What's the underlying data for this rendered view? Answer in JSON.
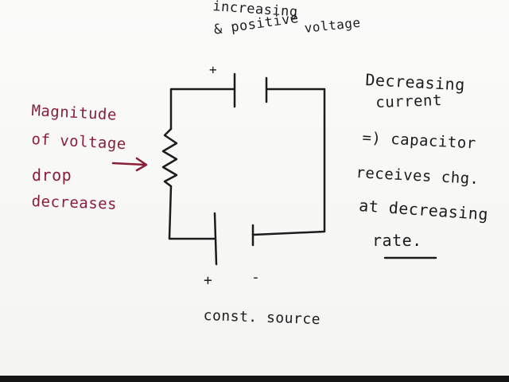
{
  "labels": {
    "increasing": "increasing",
    "positive": "& positive",
    "voltage": "voltage",
    "plus_top": "+",
    "magnitude": "Magnitude",
    "of_voltage": "of voltage",
    "drop": "drop",
    "decreases": "decreases",
    "decreasing": "Decreasing",
    "current": "current",
    "capacitor": "=) capacitor",
    "receives": "receives chg.",
    "at_decreasing": "at decreasing",
    "rate": "rate.",
    "plus_bottom": "+",
    "minus_bottom": "-",
    "source": "const. source"
  },
  "colors": {
    "ink": "#1c1c1c",
    "red_ink": "#8a1f3a"
  }
}
